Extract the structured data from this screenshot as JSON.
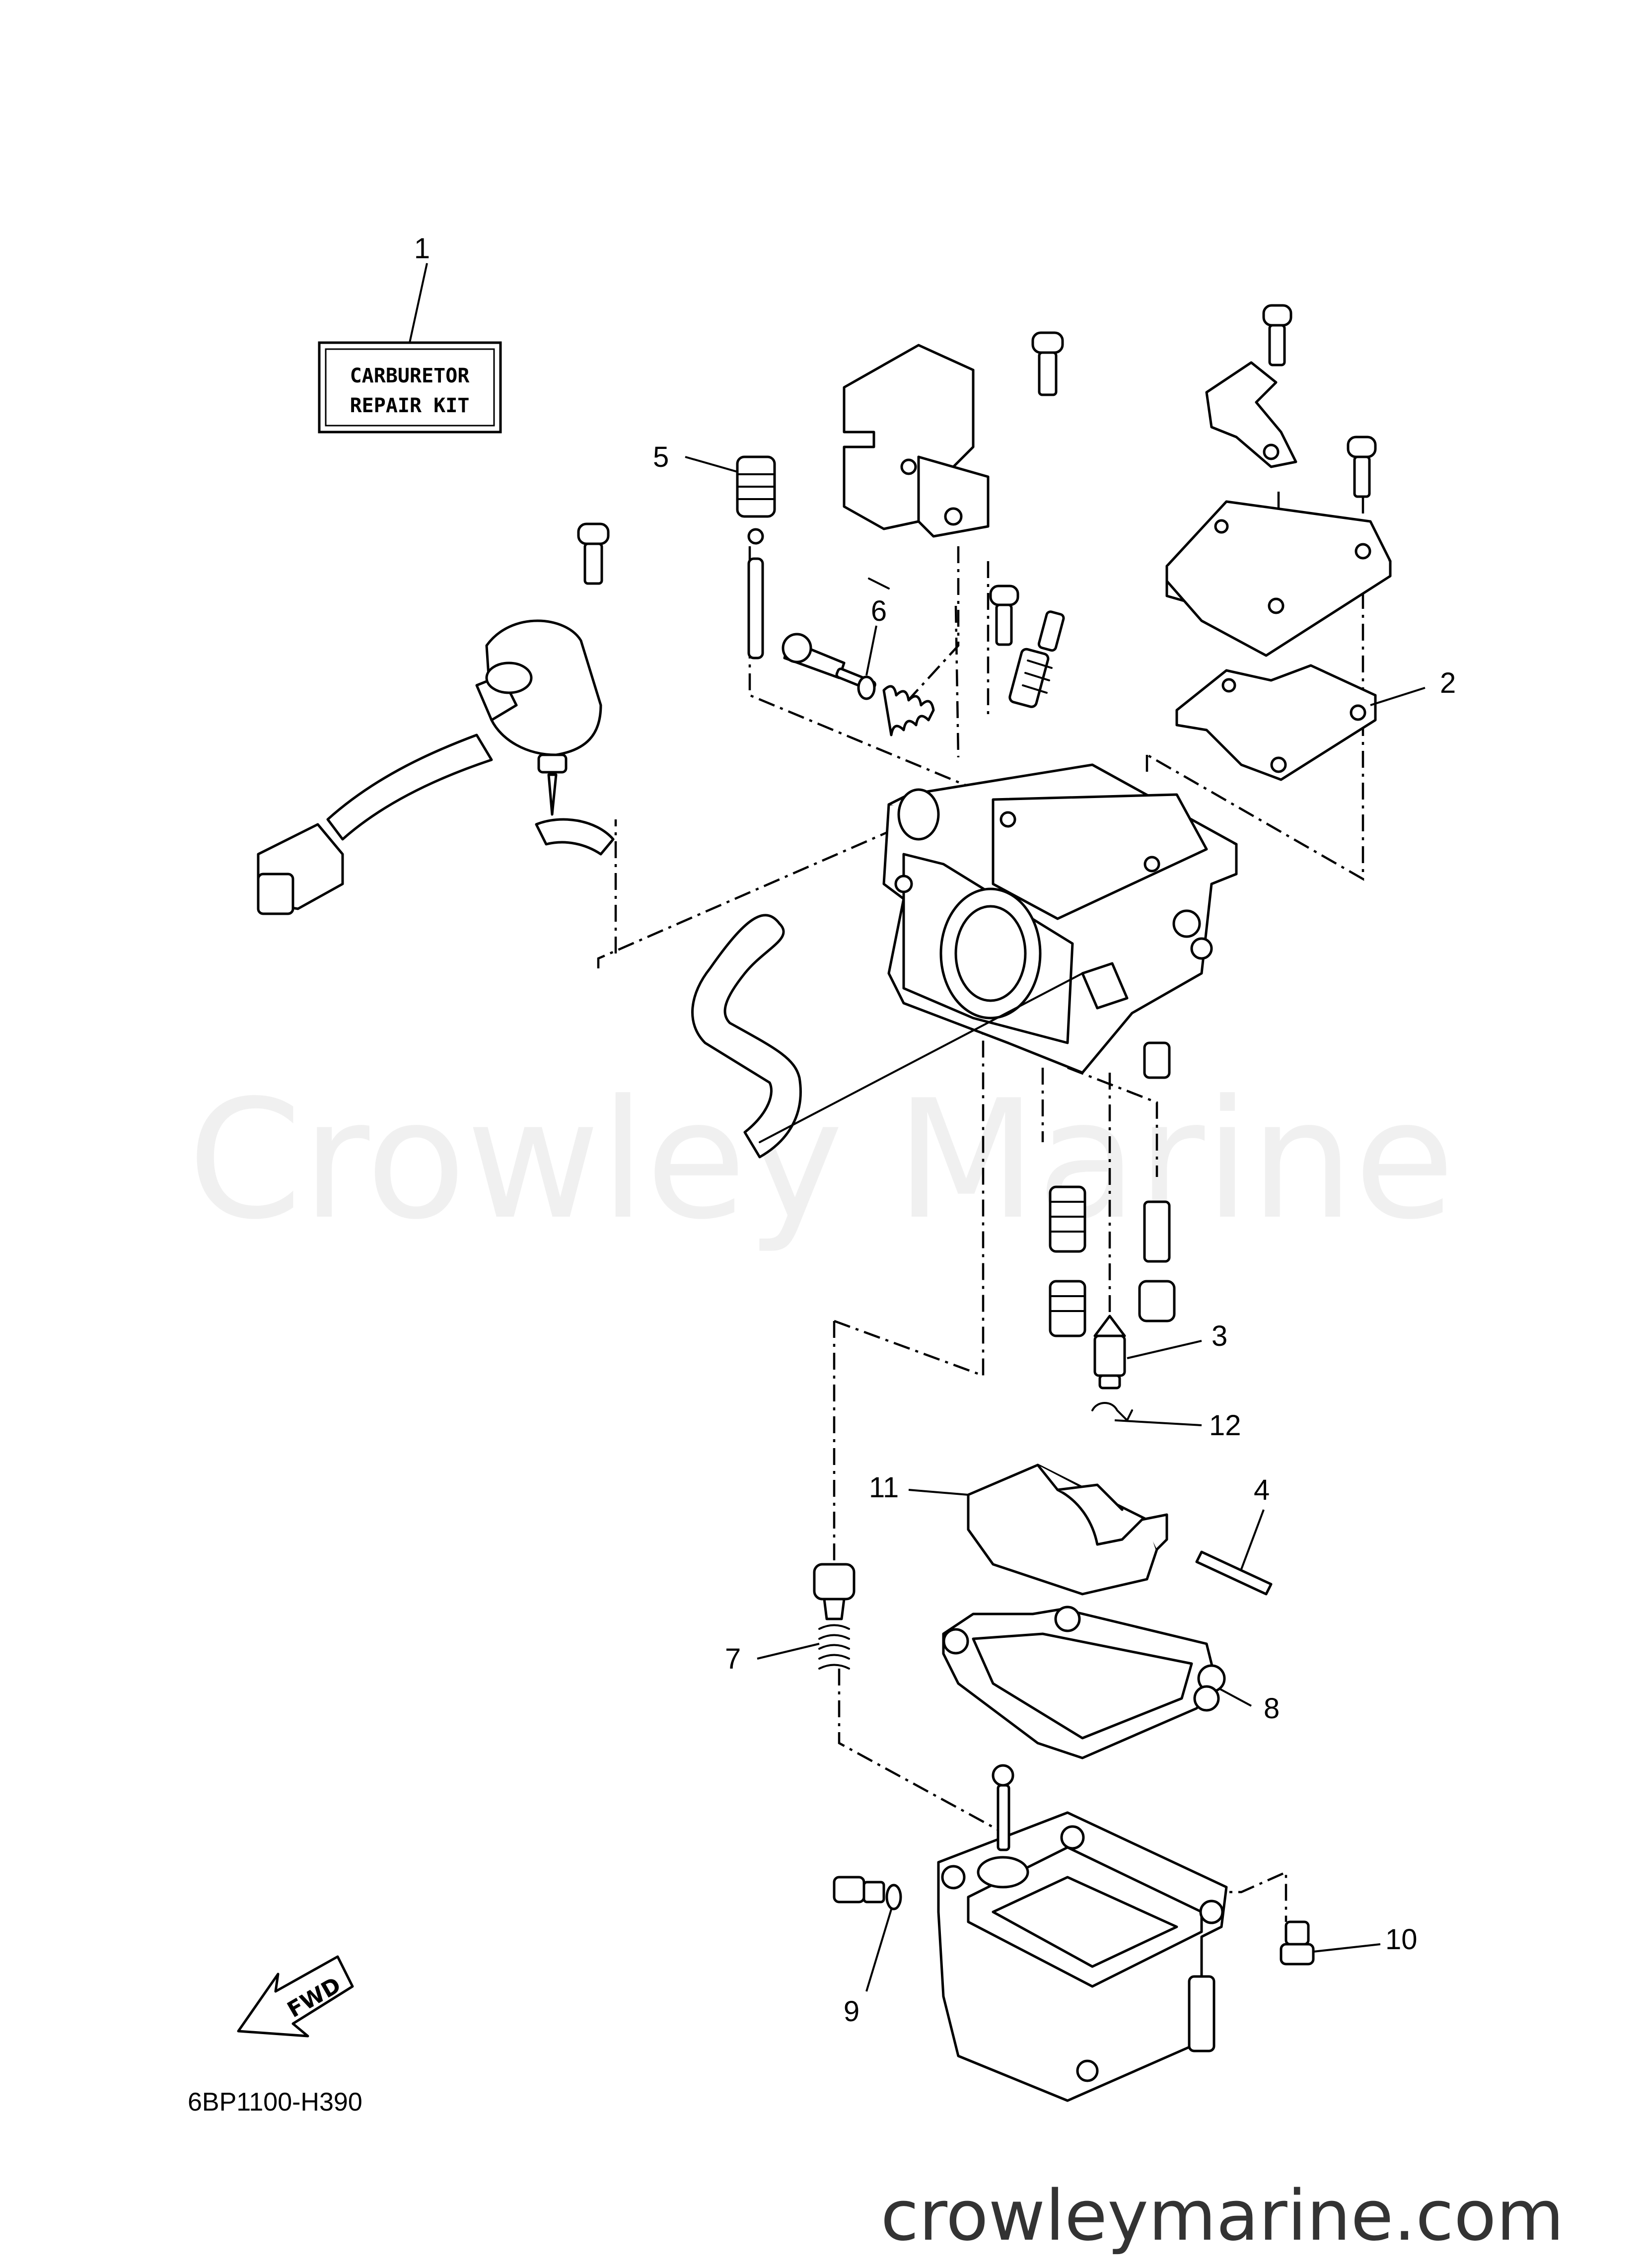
{
  "kit_label": {
    "line1": "CARBURETOR",
    "line2": "REPAIR KIT"
  },
  "callouts": [
    {
      "num": "1",
      "part": "repair-kit"
    },
    {
      "num": "2",
      "part": "gasket"
    },
    {
      "num": "3",
      "part": "needle-valve"
    },
    {
      "num": "4",
      "part": "float-pin"
    },
    {
      "num": "5",
      "part": "plunger"
    },
    {
      "num": "6",
      "part": "o-ring"
    },
    {
      "num": "7",
      "part": "spring"
    },
    {
      "num": "8",
      "part": "float-chamber-gasket"
    },
    {
      "num": "9",
      "part": "washer"
    },
    {
      "num": "10",
      "part": "screw"
    },
    {
      "num": "11",
      "part": "float"
    },
    {
      "num": "12",
      "part": "clip"
    }
  ],
  "fwd_label": "FWD",
  "diagram_code": "6BP1100-H390",
  "watermark": "Crowley Marine",
  "website": "crowleymarine.com",
  "icons": {
    "fwd": "fwd-arrow-icon"
  }
}
